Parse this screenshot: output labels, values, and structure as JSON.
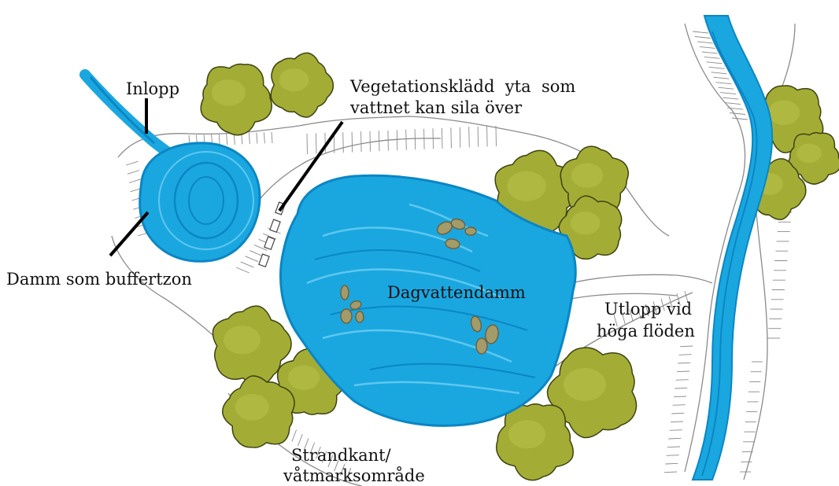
{
  "labels": {
    "inlopp": "Inlopp",
    "vegetation_line1": "Vegetationsklädd  yta  som",
    "vegetation_line2": "vattnet kan sila över",
    "damm_buffert": "Damm som buffertzon",
    "dagvattendamm": "Dagvattendamm",
    "utlopp_line1": "Utlopp vid",
    "utlopp_line2": "höga flöden",
    "strandkant_line1": "Strandkant/",
    "strandkant_line2": "våtmarksområde"
  },
  "colors": {
    "water": "#1aa7e0",
    "water_dark": "#0b86c4",
    "tree": "#a3ad35",
    "tree_outline": "#3e4212",
    "stone": "#a39b6a",
    "sketch": "#7d7d7d",
    "leader": "#000000"
  }
}
